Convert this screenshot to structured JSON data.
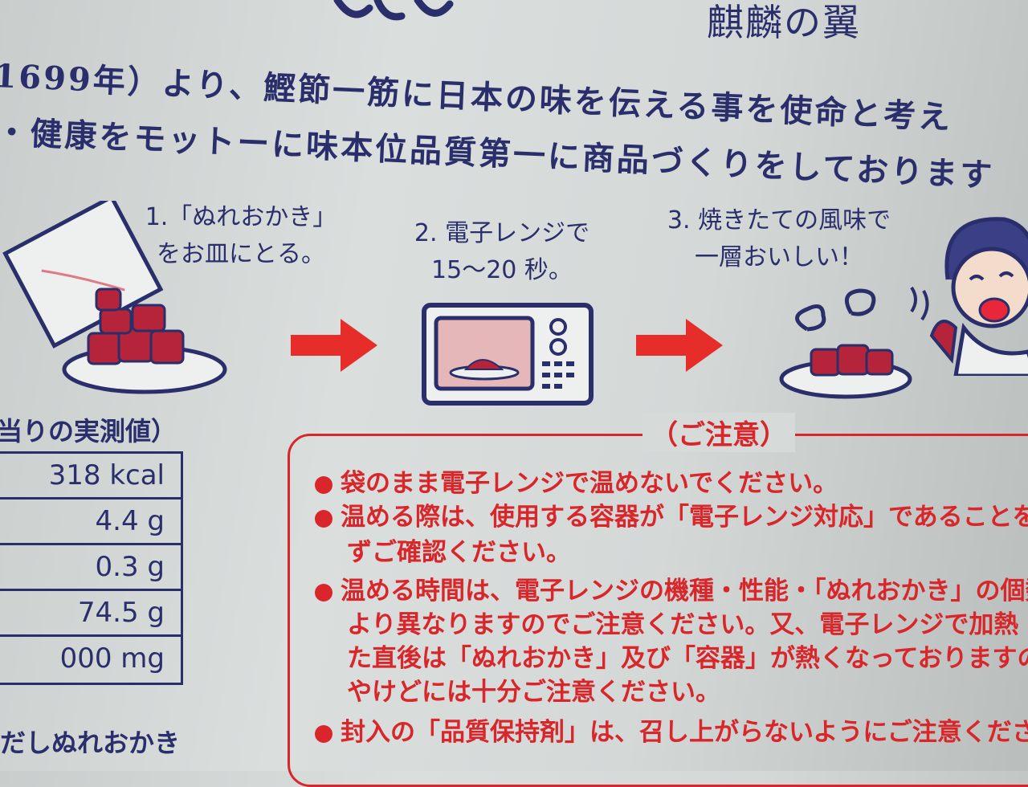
{
  "header": {
    "brand_sub": "麒麟の翼",
    "intro_line1": "1699年）より、鰹節一筋に日本の味を伝える事を使命と考え",
    "intro_line2": "・健康をモットーに味本位品質第一に商品づくりをしております"
  },
  "steps": [
    {
      "line1": "1.「ぬれおかき」",
      "line2": "をお皿にとる。"
    },
    {
      "line1": "2. 電子レンジで",
      "line2": "15〜20 秒。"
    },
    {
      "line1": "3. 焼きたての風味で",
      "line2": "一層おいしい！"
    }
  ],
  "nutrition": {
    "title": "当りの実測値）",
    "values": [
      "318 kcal",
      "4.4 g",
      "0.3 g",
      "74.5 g",
      "000 mg"
    ],
    "footer": "だしぬれおかき"
  },
  "caution": {
    "title": "（ご注意）",
    "items": [
      [
        "袋のまま電子レンジで温めないでください。"
      ],
      [
        "温める際は、使用する容器が「電子レンジ対応」であることを必",
        "ずご確認ください。"
      ],
      [
        "温める時間は、電子レンジの機種・性能・「ぬれおかき」の個数に",
        "より異なりますのでご注意ください。又、電子レンジで加熱",
        "た直後は「ぬれおかき」及び「容器」が熱くなっておりますの",
        "やけどには十分ご注意ください。"
      ],
      [
        "封入の「品質保持剤」は、召し上がらないようにご注意くださ"
      ]
    ]
  },
  "colors": {
    "navy": "#2a2f6b",
    "red": "#d8262a",
    "paper": "#d6dad9"
  }
}
